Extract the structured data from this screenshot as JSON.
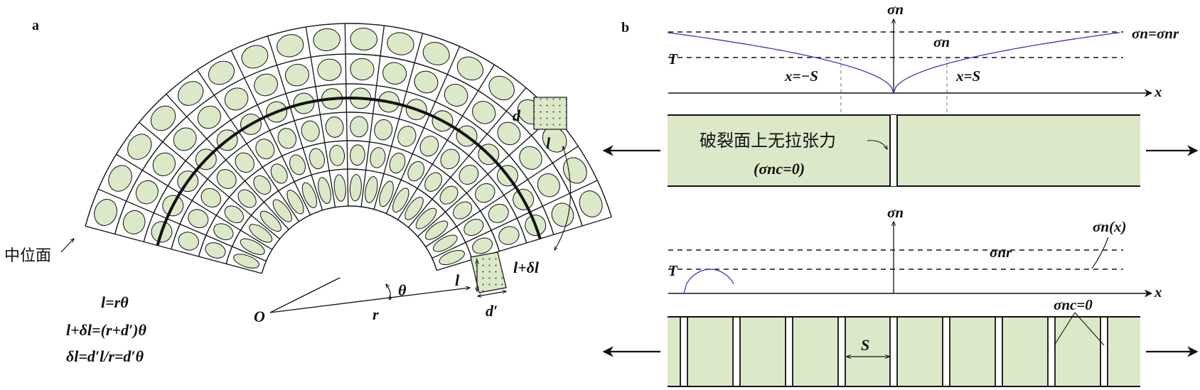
{
  "panel_a": {
    "tag": "a",
    "label_mid_surface": "中位面",
    "label_O": "O",
    "label_r": "r",
    "label_theta": "θ",
    "label_l": "l",
    "label_l_dl": "l+δl",
    "label_dprime": "d′",
    "label_d": "d",
    "label_l_top": "l",
    "eq1": "l=rθ",
    "eq2": "l+δl=(r+d′)θ",
    "eq3": "δl=d′l/r=d′θ",
    "colors": {
      "cell_fill": "#dce9c9",
      "outline": "#111111"
    }
  },
  "panel_b": {
    "tag": "b",
    "top": {
      "axis_y": "σn",
      "axis_x": "x",
      "label_sigma": "σn",
      "label_ref": "σn=σnr",
      "label_T": "T",
      "label_neg_S": "x=−S",
      "label_pos_S": "x=S",
      "annotation_line1": "破裂面上无拉张力",
      "annotation_line2": "(σnc=0)"
    },
    "bottom": {
      "axis_y": "σn",
      "axis_x": "x",
      "label_curve": "σn(x)",
      "label_ref": "σnr",
      "label_T": "T",
      "label_zero": "σnc=0",
      "label_S": "S"
    },
    "colors": {
      "layer_fill": "#dce9c9",
      "curve": "#3a3ab8"
    }
  }
}
